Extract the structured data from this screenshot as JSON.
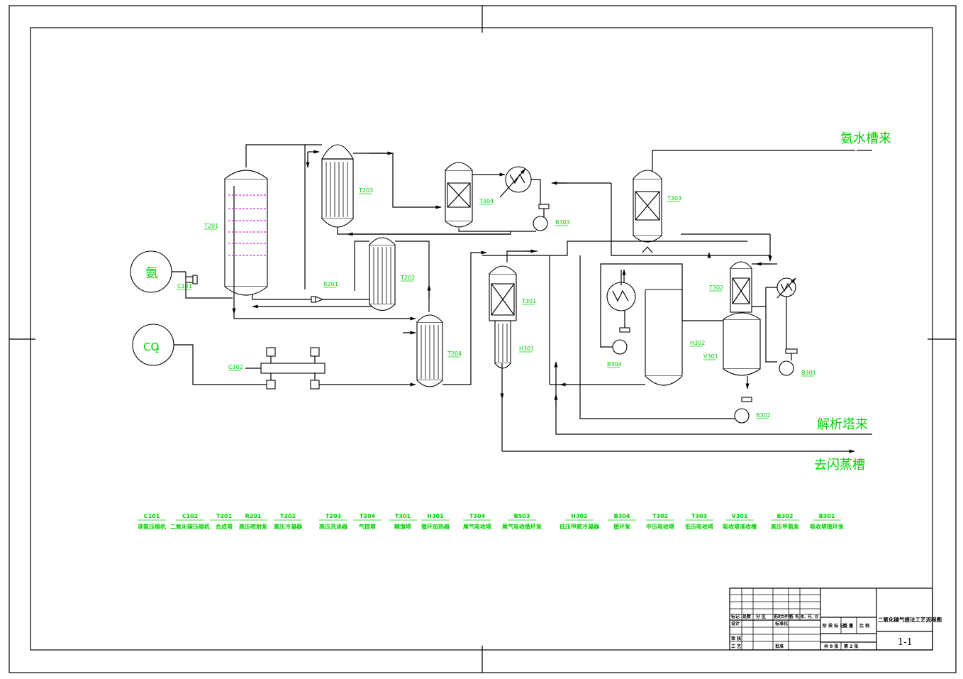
{
  "labels": {
    "ammonia_source": "氨",
    "co2_source": "CO",
    "co2_sub": "2",
    "ammonia_water_in": "氨水槽来",
    "desorber_in": "解析塔来",
    "to_flash_tank": "去闪蒸槽"
  },
  "tags": {
    "C101": "C101",
    "C102": "C102",
    "T201": "T201",
    "T203": "T203",
    "T202": "T202",
    "R201": "R201",
    "T204": "T204",
    "T304": "T304",
    "B303": "B303",
    "T303": "T303",
    "T301": "T301",
    "H301": "H301",
    "T302": "T302",
    "H302": "H302",
    "V301": "V301",
    "B304": "B304",
    "B301": "B301",
    "B302": "B302"
  },
  "legend": [
    {
      "code": "C101",
      "name": "液氨压缩机"
    },
    {
      "code": "C102",
      "name": "二氧化碳压缩机"
    },
    {
      "code": "T201",
      "name": "合成塔"
    },
    {
      "code": "R201",
      "name": "高压喷射泵"
    },
    {
      "code": "T202",
      "name": "高压冷凝器"
    },
    {
      "code": "T203",
      "name": "高压洗涤器"
    },
    {
      "code": "T204",
      "name": "气提塔"
    },
    {
      "code": "T301",
      "name": "精馏塔"
    },
    {
      "code": "H301",
      "name": "循环加热器"
    },
    {
      "code": "T304",
      "name": "尾气吸收塔"
    },
    {
      "code": "B503",
      "name": "尾气吸收循环泵"
    },
    {
      "code": "H302",
      "name": "低压甲胺冷凝器"
    },
    {
      "code": "B304",
      "name": "循环泵"
    },
    {
      "code": "T302",
      "name": "中压吸收塔"
    },
    {
      "code": "T303",
      "name": "低压吸收塔"
    },
    {
      "code": "V301",
      "name": "吸收塔液收槽"
    },
    {
      "code": "B302",
      "name": "高压甲氨泵"
    },
    {
      "code": "B301",
      "name": "吸收塔循环泵"
    }
  ],
  "title_block": {
    "drawing_title": "二氧化碳气提法工艺流程图",
    "drawing_number": "1-1",
    "row_headers": [
      "标记",
      "处数",
      "分 区",
      "更改文件号",
      "签 名",
      "年、月、日"
    ],
    "design": "设计",
    "standardization": "标准化",
    "review": "审 核",
    "process": "工 艺",
    "approve": "批准",
    "stage_mark": "阶 段 标 记",
    "weight": "重 量",
    "scale": "比 例",
    "sheets_total": "共 8 张",
    "sheet_no": "第 2 张"
  }
}
